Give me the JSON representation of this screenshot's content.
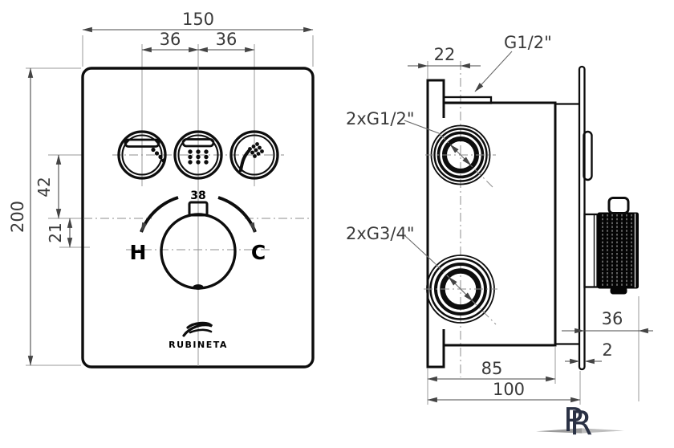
{
  "front": {
    "dim_width": "150",
    "dim_btn_left": "36",
    "dim_btn_right": "36",
    "dim_height": "200",
    "dim_buttons_to_axis": "42",
    "dim_axis_to_knob": "21",
    "knob_temp": "38",
    "hot_label": "H",
    "cold_label": "C",
    "brand": "RUBINETA",
    "buttons": [
      {
        "icon": "spout-icon"
      },
      {
        "icon": "rain-shower-icon"
      },
      {
        "icon": "hand-shower-icon"
      }
    ]
  },
  "side": {
    "dim_port_offset": "22",
    "label_top_port": "G1/2\"",
    "label_inlet_ports": "2xG1/2\"",
    "label_outlet_ports": "2xG3/4\"",
    "dim_knob_depth": "36",
    "dim_plate_thickness": "2",
    "dim_body_depth": "85",
    "dim_total_depth": "100"
  },
  "watermark": {
    "letter_p": "P",
    "letter_r": "R"
  },
  "colors": {
    "object_line": "#0d0d0d",
    "dimension_line": "#4a4a4a",
    "dimension_text": "#3a3a3a",
    "centerline": "#8d8d8d",
    "logo": "#2a3144",
    "swoosh": "#a6a6a6"
  }
}
